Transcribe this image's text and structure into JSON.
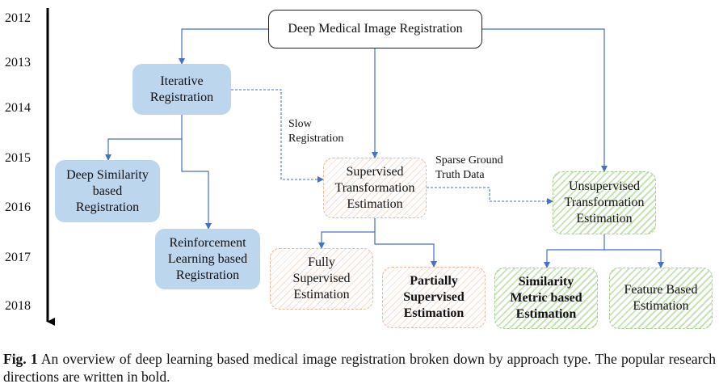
{
  "years": [
    "2012",
    "2013",
    "2014",
    "2015",
    "2016",
    "2017",
    "2018"
  ],
  "nodes": {
    "root": "Deep Medical Image Registration",
    "iterative": [
      "Iterative",
      "Registration"
    ],
    "deep_similarity": [
      "Deep Similarity",
      "based",
      "Registration"
    ],
    "reinforcement": [
      "Reinforcement",
      "Learning based",
      "Registration"
    ],
    "supervised": [
      "Supervised",
      "Transformation",
      "Estimation"
    ],
    "unsupervised": [
      "Unsupervised",
      "Transformation",
      "Estimation"
    ],
    "fully": [
      "Fully",
      "Supervised",
      "Estimation"
    ],
    "partially": [
      "Partially",
      "Supervised",
      "Estimation"
    ],
    "similarity_metric": [
      "Similarity",
      "Metric based",
      "Estimation"
    ],
    "feature_based": [
      "Feature Based",
      "Estimation"
    ]
  },
  "edge_labels": {
    "slow": [
      "Slow",
      "Registration"
    ],
    "sparse": [
      "Sparse Ground",
      "Truth Data"
    ]
  },
  "caption": {
    "label": "Fig. 1",
    "text": "An overview of deep learning based medical image registration broken down by approach type. The popular research directions are written in bold."
  },
  "colors": {
    "arrow": "#4472c4",
    "timeline": "#000000",
    "blue_fill": "#bcd6ee",
    "orange_hatch": "#f7ddcc",
    "green_hatch": "#c5e2b2"
  }
}
